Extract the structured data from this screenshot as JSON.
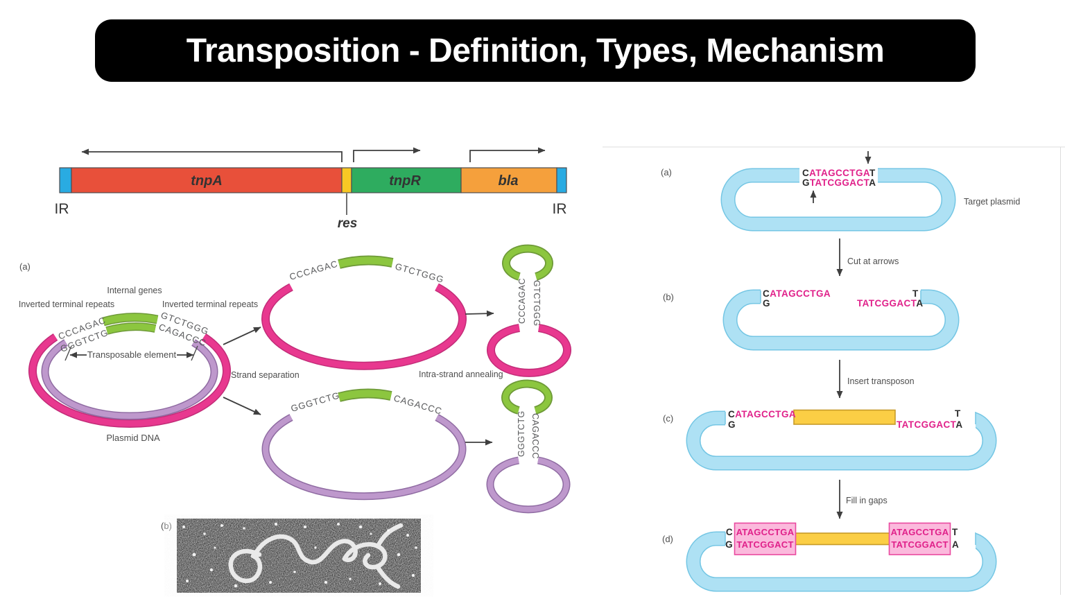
{
  "title": "Transposition - Definition, Types, Mechanism",
  "colors": {
    "banner_bg": "#000000",
    "banner_text": "#FFFFFF",
    "ir_blue": "#29ABE2",
    "tnpA_red": "#E8503A",
    "res_yellow": "#F8C824",
    "tnpR_green": "#2EAC5F",
    "bla_orange": "#F5A03C",
    "strand_pink": "#E8388F",
    "strand_purple": "#BE98CC",
    "gene_green": "#8CC63F",
    "plasmid_blue": "#AEE1F4",
    "plasmid_blue_edge": "#74C6E4",
    "transposon_yellow": "#FBCE45",
    "sequence_magenta": "#E0218A",
    "repeat_box_pink": "#FBB9DC",
    "label_gray": "#4D4D4D"
  },
  "gene_map": {
    "ir_left": "IR",
    "ir_right": "IR",
    "tnpA": "tnpA",
    "tnpR": "tnpR",
    "bla": "bla",
    "res": "res"
  },
  "left_diagram": {
    "panel_a": "(a)",
    "panel_b": "(b)",
    "internal_genes": "Internal genes",
    "inverted_terminal_repeats_left": "Inverted terminal repeats",
    "inverted_terminal_repeats_right": "Inverted terminal repeats",
    "transposable_element": "Transposable element",
    "plasmid_dna": "Plasmid DNA",
    "strand_separation": "Strand separation",
    "intra_strand_annealing": "Intra-strand annealing",
    "seq": {
      "cccagac": "CCCAGAC",
      "gggtctg": "GGGTCTG",
      "gtctggg": "GTCTGGG",
      "cagaccc": "CAGACCC"
    }
  },
  "right_diagram": {
    "panel_a": "(a)",
    "panel_b": "(b)",
    "panel_c": "(c)",
    "panel_d": "(d)",
    "target_plasmid": "Target plasmid",
    "cut_at_arrows": "Cut at arrows",
    "insert_transposon": "Insert transposon",
    "fill_in_gaps": "Fill in gaps",
    "seq": {
      "flank_c": "C",
      "flank_g": "G",
      "flank_t": "T",
      "flank_a": "A",
      "top_core": "ATAGCCTGA",
      "bottom_core": "TATCGGACT"
    }
  }
}
